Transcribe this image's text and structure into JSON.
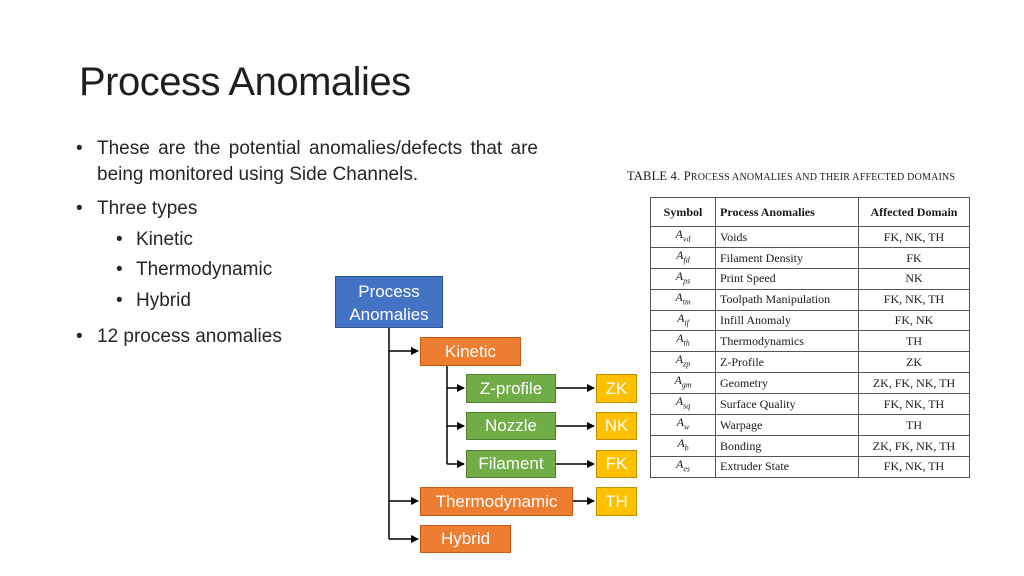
{
  "title": "Process Anomalies",
  "bullets": {
    "b1": "These are the potential anomalies/defects that are being monitored using Side Channels.",
    "b2": "Three types",
    "types": [
      "Kinetic",
      "Thermodynamic",
      "Hybrid"
    ],
    "b3": "12 process anomalies",
    "marker": "•"
  },
  "diagram": {
    "root": "Process Anomalies",
    "kinetic": "Kinetic",
    "thermodynamic": "Thermodynamic",
    "hybrid": "Hybrid",
    "zprofile": "Z-profile",
    "nozzle": "Nozzle",
    "filament": "Filament",
    "zk": "ZK",
    "nk": "NK",
    "fk": "FK",
    "th": "TH",
    "colors": {
      "root": "#4472c4",
      "orange": "#ed7d31",
      "green": "#70ad47",
      "yellow": "#ffc000",
      "line": "#000000"
    }
  },
  "table": {
    "caption_prefix": "TABLE 4.",
    "caption_text": "Process Anomalies and their affected domains",
    "headers": [
      "Symbol",
      "Process Anomalies",
      "Affected Domain"
    ],
    "rows": [
      {
        "sym": "A",
        "sub": "vd",
        "name": "Voids",
        "domain": "FK, NK, TH"
      },
      {
        "sym": "A",
        "sub": "fd",
        "name": "Filament Density",
        "domain": "FK"
      },
      {
        "sym": "A",
        "sub": "ps",
        "name": "Print Speed",
        "domain": "NK"
      },
      {
        "sym": "A",
        "sub": "tm",
        "name": "Toolpath Manipulation",
        "domain": "FK, NK, TH"
      },
      {
        "sym": "A",
        "sub": "if",
        "name": "Infill Anomaly",
        "domain": "FK, NK"
      },
      {
        "sym": "A",
        "sub": "th",
        "name": "Thermodynamics",
        "domain": "TH"
      },
      {
        "sym": "A",
        "sub": "zp",
        "name": "Z-Profile",
        "domain": "ZK"
      },
      {
        "sym": "A",
        "sub": "gm",
        "name": "Geometry",
        "domain": "ZK, FK, NK, TH"
      },
      {
        "sym": "A",
        "sub": "sq",
        "name": "Surface Quality",
        "domain": "FK, NK, TH"
      },
      {
        "sym": "A",
        "sub": "w",
        "name": "Warpage",
        "domain": "TH"
      },
      {
        "sym": "A",
        "sub": "b",
        "name": "Bonding",
        "domain": "ZK, FK, NK, TH"
      },
      {
        "sym": "A",
        "sub": "es",
        "name": "Extruder State",
        "domain": "FK, NK, TH"
      }
    ]
  }
}
